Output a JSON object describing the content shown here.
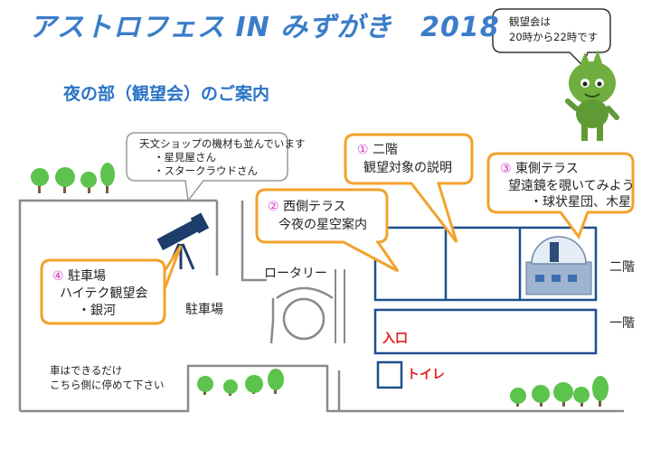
{
  "title": "アストロフェス IN みずがき　2018",
  "subtitle": "夜の部（観望会）のご案内",
  "character_bubble": {
    "line1": "観望会は",
    "line2": "20時から22時です"
  },
  "shop_note": {
    "line1": "天文ショップの機材も並んでいます",
    "line2": "・星見屋さん",
    "line3": "・スタークラウドさん"
  },
  "callouts": [
    {
      "num": "①",
      "title": "二階",
      "lines": [
        "観望対象の説明"
      ]
    },
    {
      "num": "②",
      "title": "西側テラス",
      "lines": [
        "今夜の星空案内"
      ]
    },
    {
      "num": "③",
      "title": "東側テラス",
      "lines": [
        "望遠鏡を覗いてみよう",
        "・球状星団、木星"
      ]
    },
    {
      "num": "④",
      "title": "駐車場",
      "lines": [
        "ハイテク観望会",
        "・銀河"
      ]
    }
  ],
  "map_labels": {
    "rotary": "ロータリー",
    "parking": "駐車場",
    "floor2": "二階",
    "floor1": "一階",
    "entrance": "入口",
    "toilet": "トイレ",
    "parking_note1": "車はできるだけ",
    "parking_note2": "こちら側に停めて下さい"
  },
  "colors": {
    "title_blue": "#3a7dc9",
    "callout_border": "#f3a22b",
    "number_magenta": "#d633c8",
    "building_blue": "#1f4f8f",
    "red": "#e0201f",
    "tree_green": "#5cc34c"
  }
}
